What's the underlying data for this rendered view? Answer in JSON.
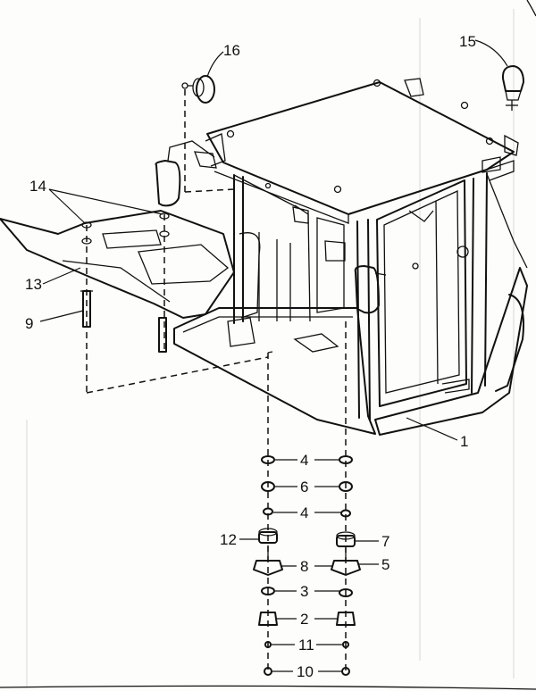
{
  "callouts": [
    {
      "id": "1",
      "label": "1"
    },
    {
      "id": "2",
      "label": "2"
    },
    {
      "id": "3",
      "label": "3"
    },
    {
      "id": "4a",
      "label": "4"
    },
    {
      "id": "4b",
      "label": "4"
    },
    {
      "id": "5",
      "label": "5"
    },
    {
      "id": "6",
      "label": "6"
    },
    {
      "id": "7",
      "label": "7"
    },
    {
      "id": "8",
      "label": "8"
    },
    {
      "id": "9",
      "label": "9"
    },
    {
      "id": "10",
      "label": "10"
    },
    {
      "id": "11",
      "label": "11"
    },
    {
      "id": "12",
      "label": "12"
    },
    {
      "id": "13",
      "label": "13"
    },
    {
      "id": "14",
      "label": "14"
    },
    {
      "id": "15",
      "label": "15"
    },
    {
      "id": "16",
      "label": "16"
    }
  ]
}
